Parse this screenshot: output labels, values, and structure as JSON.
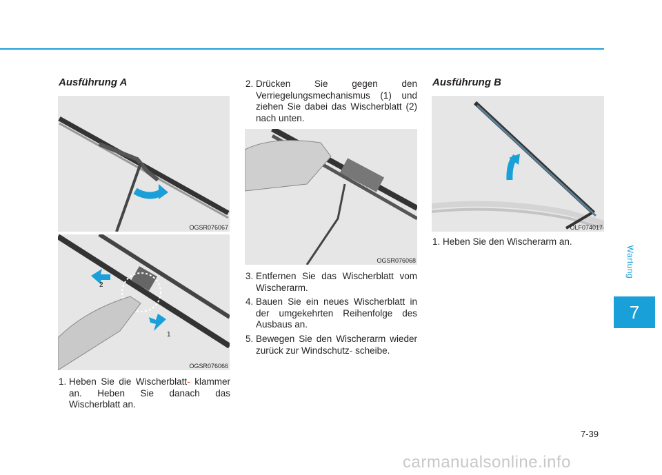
{
  "section": {
    "label": "Wartung",
    "chapter": "7"
  },
  "page_number": "7-39",
  "col1": {
    "heading": "Ausführung A",
    "fig1_code": "OGSR076067",
    "fig2_code": "OGSR076066",
    "fig2_callout_1": "1",
    "fig2_callout_2": "2",
    "step1": {
      "num": "1.",
      "text": "Heben Sie die Wischerblatt",
      "hyphen": "-",
      "text2": "klammer an. Heben Sie danach das Wischerblatt an."
    }
  },
  "col2": {
    "step2": {
      "num": "2.",
      "text": "Drücken Sie gegen den Verriegelungsmechanismus (1) und ziehen Sie dabei das Wischerblatt (2) nach unten."
    },
    "fig3_code": "OGSR076068",
    "step3": {
      "num": "3.",
      "text": "Entfernen Sie das Wischerblatt vom Wischerarm."
    },
    "step4": {
      "num": "4.",
      "text": "Bauen Sie ein neues Wischerblatt in der umgekehrten Reihenfolge des Ausbaus an."
    },
    "step5": {
      "num": "5.",
      "text": "Bewegen Sie den Wischerarm wieder zurück zur Windschutz",
      "hyphen": "-",
      "text2": "scheibe."
    }
  },
  "col3": {
    "heading": "Ausführung B",
    "fig4_code": "OLF074017",
    "step1": {
      "num": "1.",
      "text": "Heben Sie den Wischerarm an."
    }
  },
  "watermark": "carmanualsonline.info",
  "colors": {
    "accent": "#1aa0d8",
    "hyphen": "#e2231a"
  }
}
